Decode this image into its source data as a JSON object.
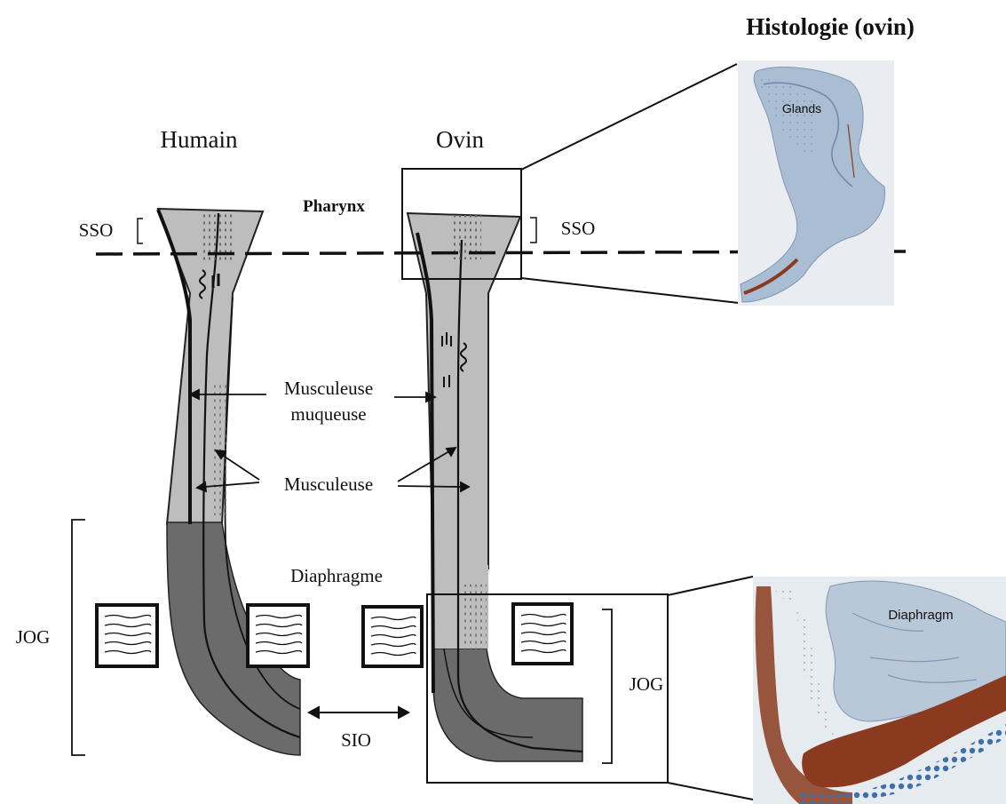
{
  "header": {
    "title": "Histologie (ovin)"
  },
  "columns": {
    "human": "Humain",
    "sheep": "Ovin"
  },
  "labels": {
    "pharynx": "Pharynx",
    "sso_left": "SSO",
    "sso_right": "SSO",
    "musculeuse_muqueuse_line1": "Musculeuse",
    "musculeuse_muqueuse_line2": "muqueuse",
    "musculeuse": "Musculeuse",
    "diaphragme": "Diaphragme",
    "jog_left": "JOG",
    "jog_right": "JOG",
    "sio": "SIO"
  },
  "histology": {
    "top_label": "Glands",
    "bottom_label": "Diaphragm"
  },
  "colors": {
    "muscle_light": "#bdbdbd",
    "muscle_dark": "#6b6b6b",
    "slide_bg": "#e9edf1",
    "tissue_blue": "#8fa9c4",
    "muscle_stain": "#8a3b1f"
  }
}
